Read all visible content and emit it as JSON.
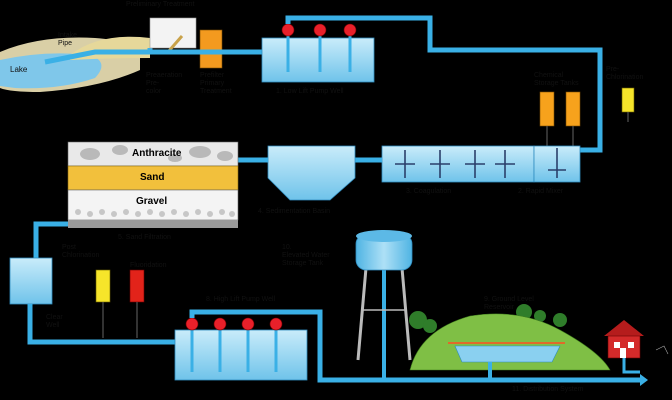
{
  "labels": {
    "preliminary_treatment": "Preliminary Treatment",
    "intake": "Intake\nPipe",
    "lake": "Lake",
    "preaeration": "Preaeration\nPre-\ncolor",
    "prefilter": "Prefilter\nPrimary\nTreatment",
    "low_lift_pumps": "1. Low Lift Pump Well",
    "chemical_storage": "Chemical\nStorage Tanks",
    "pre_chlorination": "Pre-\nChlorination",
    "coagulation": "3. Coagulation",
    "flocculation": "2. Rapid Mixer",
    "sedimentation": "4. Sedimentation Basin",
    "filtration": "5. Sand Filtration",
    "post_chlorination": "Post\nChlorination",
    "fluoridation": "Fluoridation",
    "clear_well": "Clear\nWell",
    "high_lift_pumps": "8. High Lift Pump Well",
    "elevated_storage": "10.\nElevated Water\nStorage Tank",
    "ground_storage": "9. Ground Level\nReservoir",
    "distribution": "11. Distribution System"
  },
  "layers": {
    "anthracite": "Anthracite",
    "sand": "Sand",
    "gravel": "Gravel"
  },
  "colors": {
    "pipe": "#3ab0e6",
    "tank_water": "#9fd8f2",
    "valve": "#e8202a",
    "chem_orange": "#f7a21c",
    "chem_yellow": "#f6e52a",
    "chem_red": "#e2231a",
    "sand": "#f2c03c",
    "hill": "#7fbf45"
  }
}
